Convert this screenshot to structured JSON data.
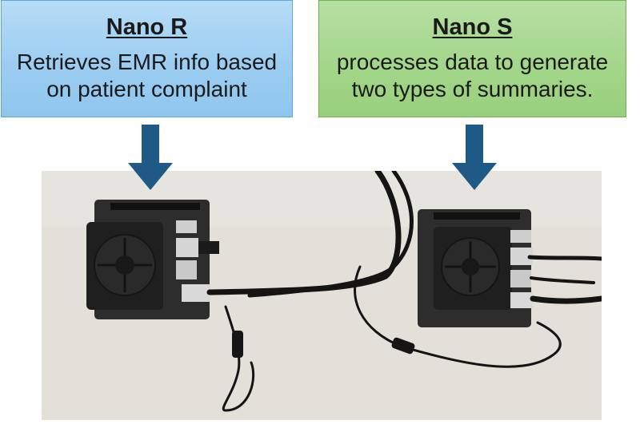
{
  "boxes": {
    "nano_r": {
      "title": "Nano R",
      "description": "Retrieves EMR info based on patient complaint"
    },
    "nano_s": {
      "title": "Nano S",
      "description": "processes data to generate two types of summaries."
    }
  },
  "colors": {
    "box_r_fill": "#9ccdf1",
    "box_s_fill": "#a3d68a",
    "arrow": "#1f5a86",
    "tabletop": "#e3e0da",
    "board": "#2b2b2b",
    "heatsink": "#1e1e1e",
    "cable": "#141414"
  },
  "icons": {
    "arrow_r": "down-arrow-icon",
    "arrow_s": "down-arrow-icon"
  }
}
